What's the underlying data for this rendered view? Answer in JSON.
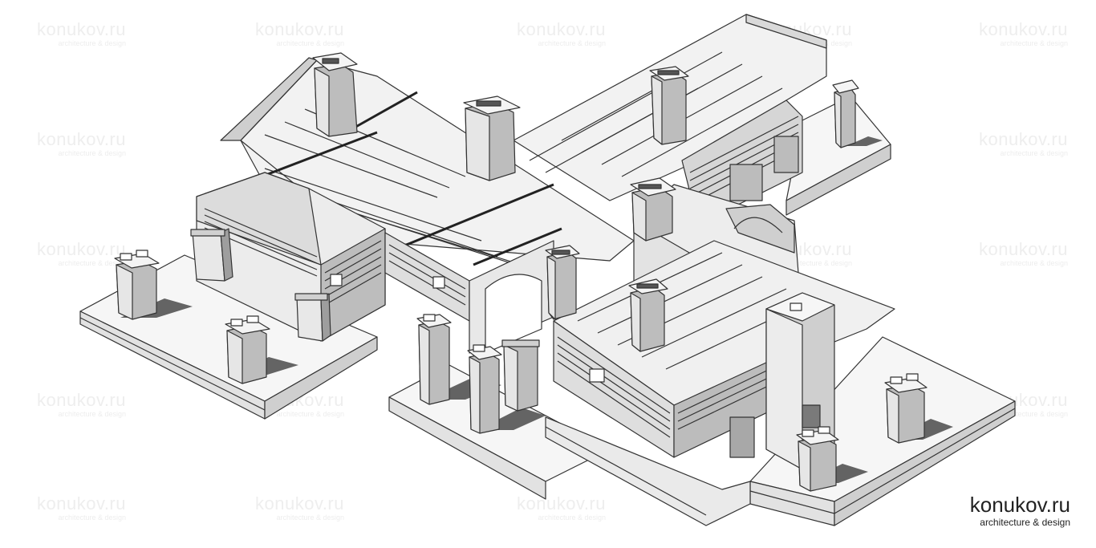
{
  "watermark": {
    "site": "konukov.ru",
    "tagline": "architecture & design"
  },
  "brand": {
    "site": "konukov.ru",
    "tagline": "architecture & design"
  },
  "drawing": {
    "subject": "isometric 3D section view of a cross-shaped house with chimneys and gable walls",
    "style": "grayscale line drawing with cast shadows"
  },
  "colors": {
    "background": "#ffffff",
    "line": "#333333",
    "light_face": "#f4f4f4",
    "mid_face": "#d6d6d6",
    "dark_face": "#9a9a9a",
    "shadow": "#4a4a4a",
    "watermark": "#eeeeee",
    "brand_text": "#222222"
  }
}
